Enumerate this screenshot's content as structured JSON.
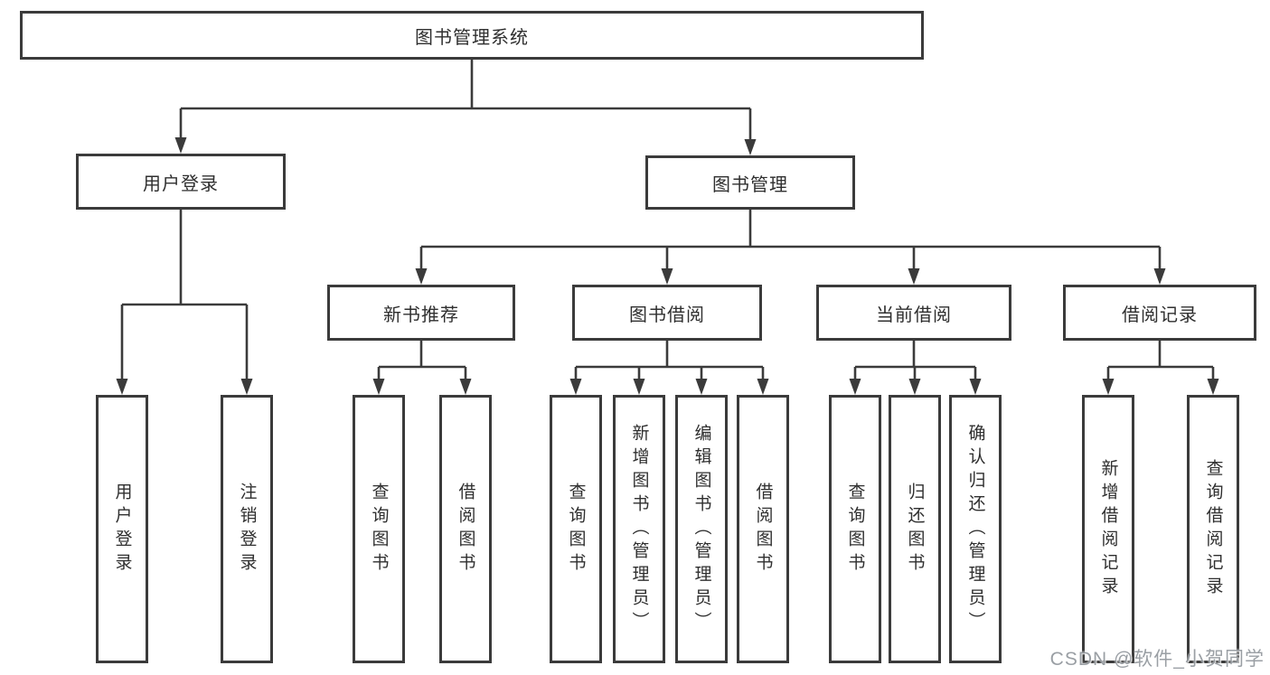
{
  "diagram": {
    "tree": {
      "label": "图书管理系统",
      "children": [
        {
          "label": "用户登录",
          "children": [
            {
              "label": "用户登录"
            },
            {
              "label": "注销登录"
            }
          ]
        },
        {
          "label": "图书管理",
          "children": [
            {
              "label": "新书推荐",
              "children": [
                {
                  "label": "查询图书"
                },
                {
                  "label": "借阅图书"
                }
              ]
            },
            {
              "label": "图书借阅",
              "children": [
                {
                  "label": "查询图书"
                },
                {
                  "label": "新增图书（管理员）"
                },
                {
                  "label": "编辑图书（管理员）"
                },
                {
                  "label": "借阅图书"
                }
              ]
            },
            {
              "label": "当前借阅",
              "children": [
                {
                  "label": "查询图书"
                },
                {
                  "label": "归还图书"
                },
                {
                  "label": "确认归还（管理员）"
                }
              ]
            },
            {
              "label": "借阅记录",
              "children": [
                {
                  "label": "新增借阅记录"
                },
                {
                  "label": "查询借阅记录"
                }
              ]
            }
          ]
        }
      ]
    },
    "colors": {
      "line": "#3b3b3b",
      "text": "#2f2f2f",
      "background": "#ffffff",
      "watermark": "#888e94"
    },
    "watermark": "CSDN @软件_小贺同学"
  }
}
